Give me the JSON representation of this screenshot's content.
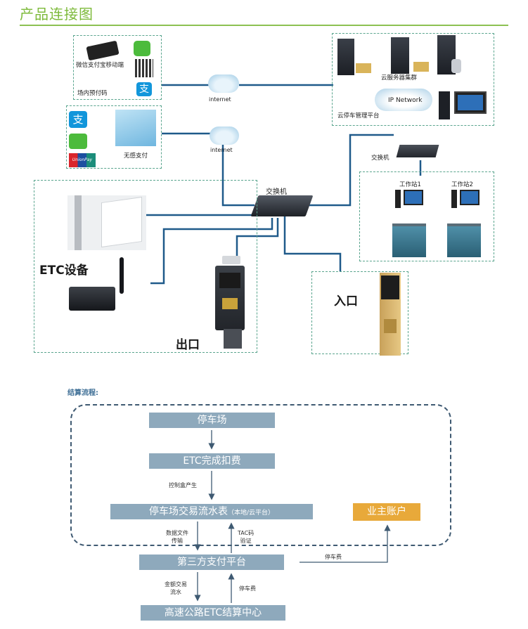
{
  "title": "产品连接图",
  "top": {
    "mobile_pay": "微信支付宝移动端",
    "prepay_code": "场内预付码",
    "cloud_server": "云服务器集群",
    "ip_network": "IP Network",
    "cloud_platform": "云停车管理平台",
    "internet1": "internet",
    "internet2": "internet",
    "noninductive_pay": "无感支付",
    "switch_small": "交换机",
    "switch_main": "交换机",
    "ws1": "工作站1",
    "ws2": "工作站2",
    "etc_device": "ETC设备",
    "exit": "出口",
    "entrance": "入口",
    "unionpay": "UnionPay"
  },
  "flow": {
    "heading": "结算流程:",
    "parking": "停车场",
    "etc_deduct": "ETC完成扣费",
    "controller_gen": "控制盒产生",
    "transaction": "停车场交易流水表",
    "transaction_sub": "（本地/云平台）",
    "owner_account": "业主账户",
    "data_file": "数据文件",
    "transmit": "传输",
    "tac": "TAC码",
    "verify": "验证",
    "third_party": "第三方支付平台",
    "parking_fee_right": "停车费",
    "amount_trade": "金额交易",
    "amount_flow": "流水",
    "parking_fee_down": "停车费",
    "highway_center": "高速公路ETC结算中心"
  },
  "colors": {
    "accent": "#8cc152",
    "line": "#1f5a8a",
    "flow_box": "#8ea9bc",
    "owner_box": "#e8a93a",
    "dashed": "#5aa58e"
  }
}
